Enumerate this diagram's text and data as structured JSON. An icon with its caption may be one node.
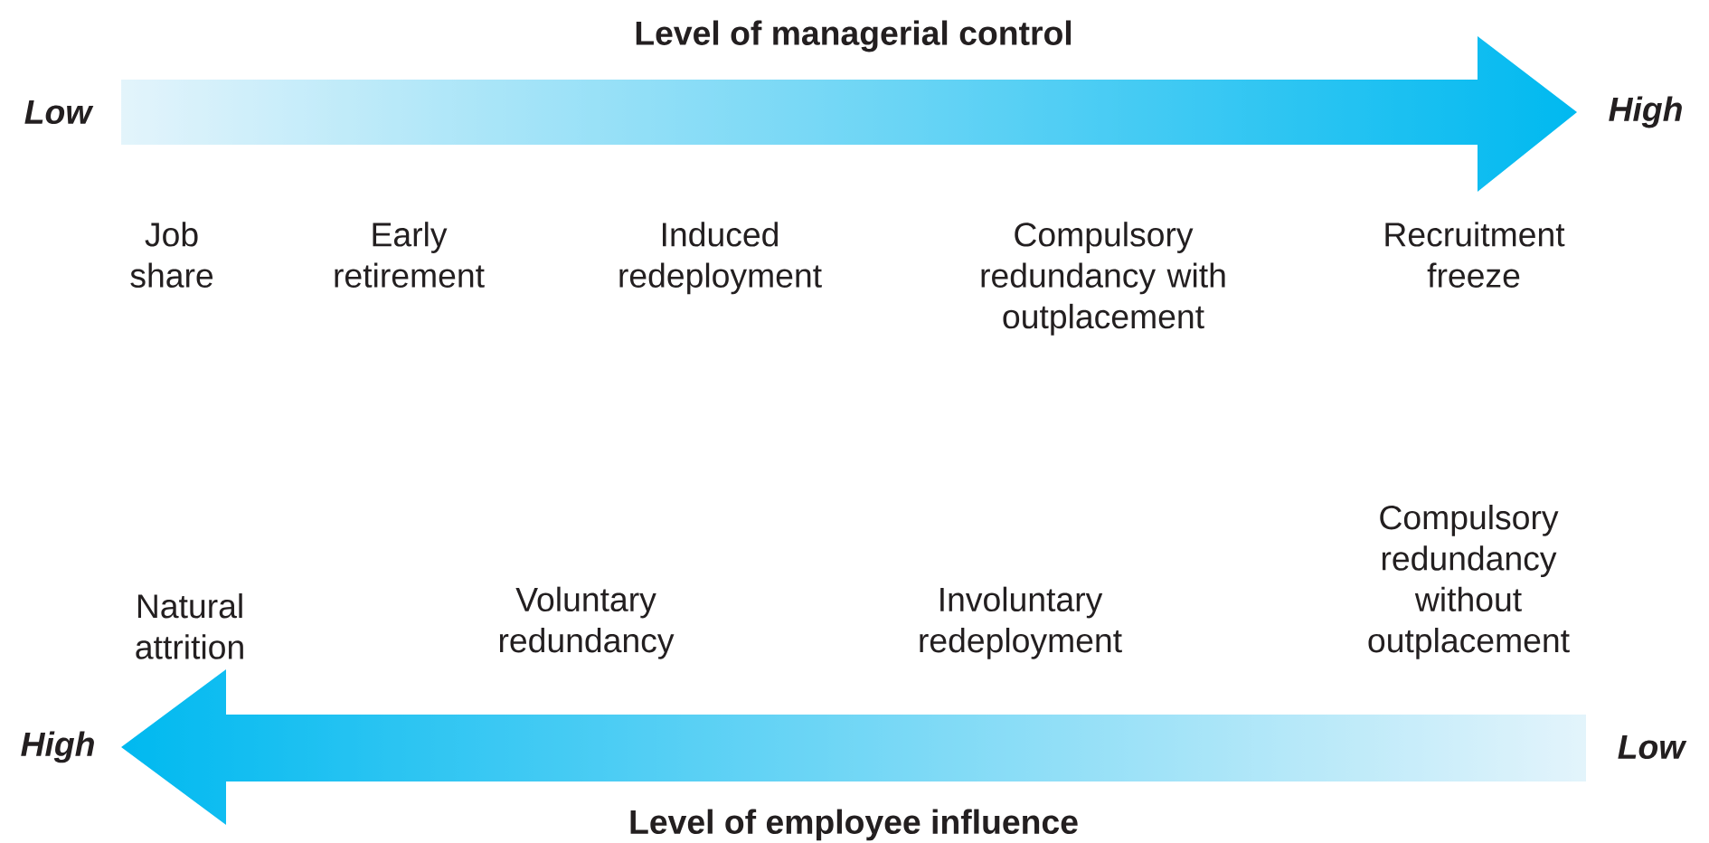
{
  "diagram": {
    "labels": [
      "Level of managerial control",
      "Low",
      "High",
      "Job share",
      "Early retirement",
      "Induced redeployment",
      "Compulsory redundancy with outplacement",
      "Recruitment freeze",
      "Natural attrition",
      "Voluntary redundancy",
      "Involuntary redeployment",
      "Compulsory redundancy without outplacement",
      "High",
      "Low",
      "Level of employee influence"
    ]
  }
}
